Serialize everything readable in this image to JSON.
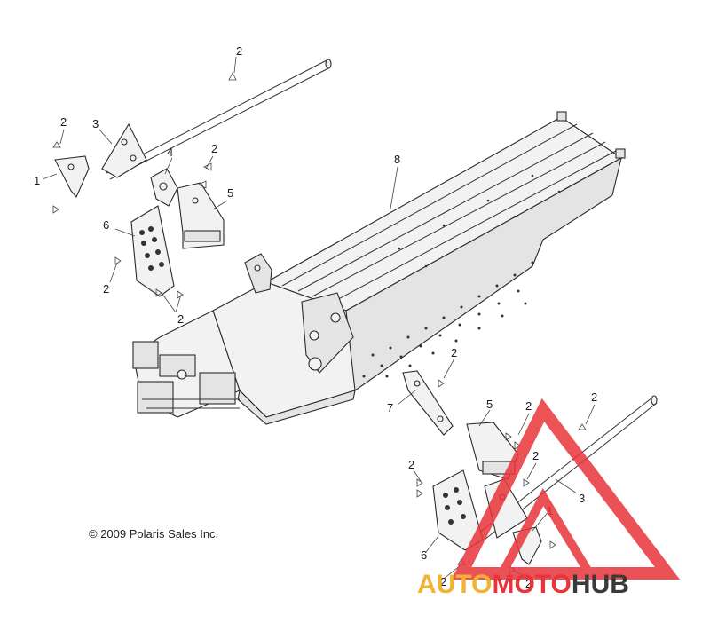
{
  "diagram": {
    "copyright": "© 2009 Polaris Sales Inc.",
    "callouts": [
      {
        "id": "c-2-top",
        "label": "2"
      },
      {
        "id": "c-2-a",
        "label": "2"
      },
      {
        "id": "c-3-a",
        "label": "3"
      },
      {
        "id": "c-1-a",
        "label": "1"
      },
      {
        "id": "c-4",
        "label": "4"
      },
      {
        "id": "c-2-b",
        "label": "2"
      },
      {
        "id": "c-5-a",
        "label": "5"
      },
      {
        "id": "c-6-a",
        "label": "6"
      },
      {
        "id": "c-2-c",
        "label": "2"
      },
      {
        "id": "c-2-d",
        "label": "2"
      },
      {
        "id": "c-8",
        "label": "8"
      },
      {
        "id": "c-2-e",
        "label": "2"
      },
      {
        "id": "c-7",
        "label": "7"
      },
      {
        "id": "c-5-b",
        "label": "5"
      },
      {
        "id": "c-2-f",
        "label": "2"
      },
      {
        "id": "c-2-g",
        "label": "2"
      },
      {
        "id": "c-2-h",
        "label": "2"
      },
      {
        "id": "c-2-i",
        "label": "2"
      },
      {
        "id": "c-3-b",
        "label": "3"
      },
      {
        "id": "c-1-b",
        "label": "1"
      },
      {
        "id": "c-6-b",
        "label": "6"
      },
      {
        "id": "c-2-j",
        "label": "2"
      },
      {
        "id": "c-2-k",
        "label": "2"
      }
    ]
  },
  "watermark": {
    "word_1": "AUTO",
    "word_2": "MOTO",
    "word_3": "HUB",
    "colors": {
      "auto": "#f2b233",
      "moto": "#e8353a",
      "hub": "#3a3a3a",
      "triangle": "#e8353a"
    }
  }
}
